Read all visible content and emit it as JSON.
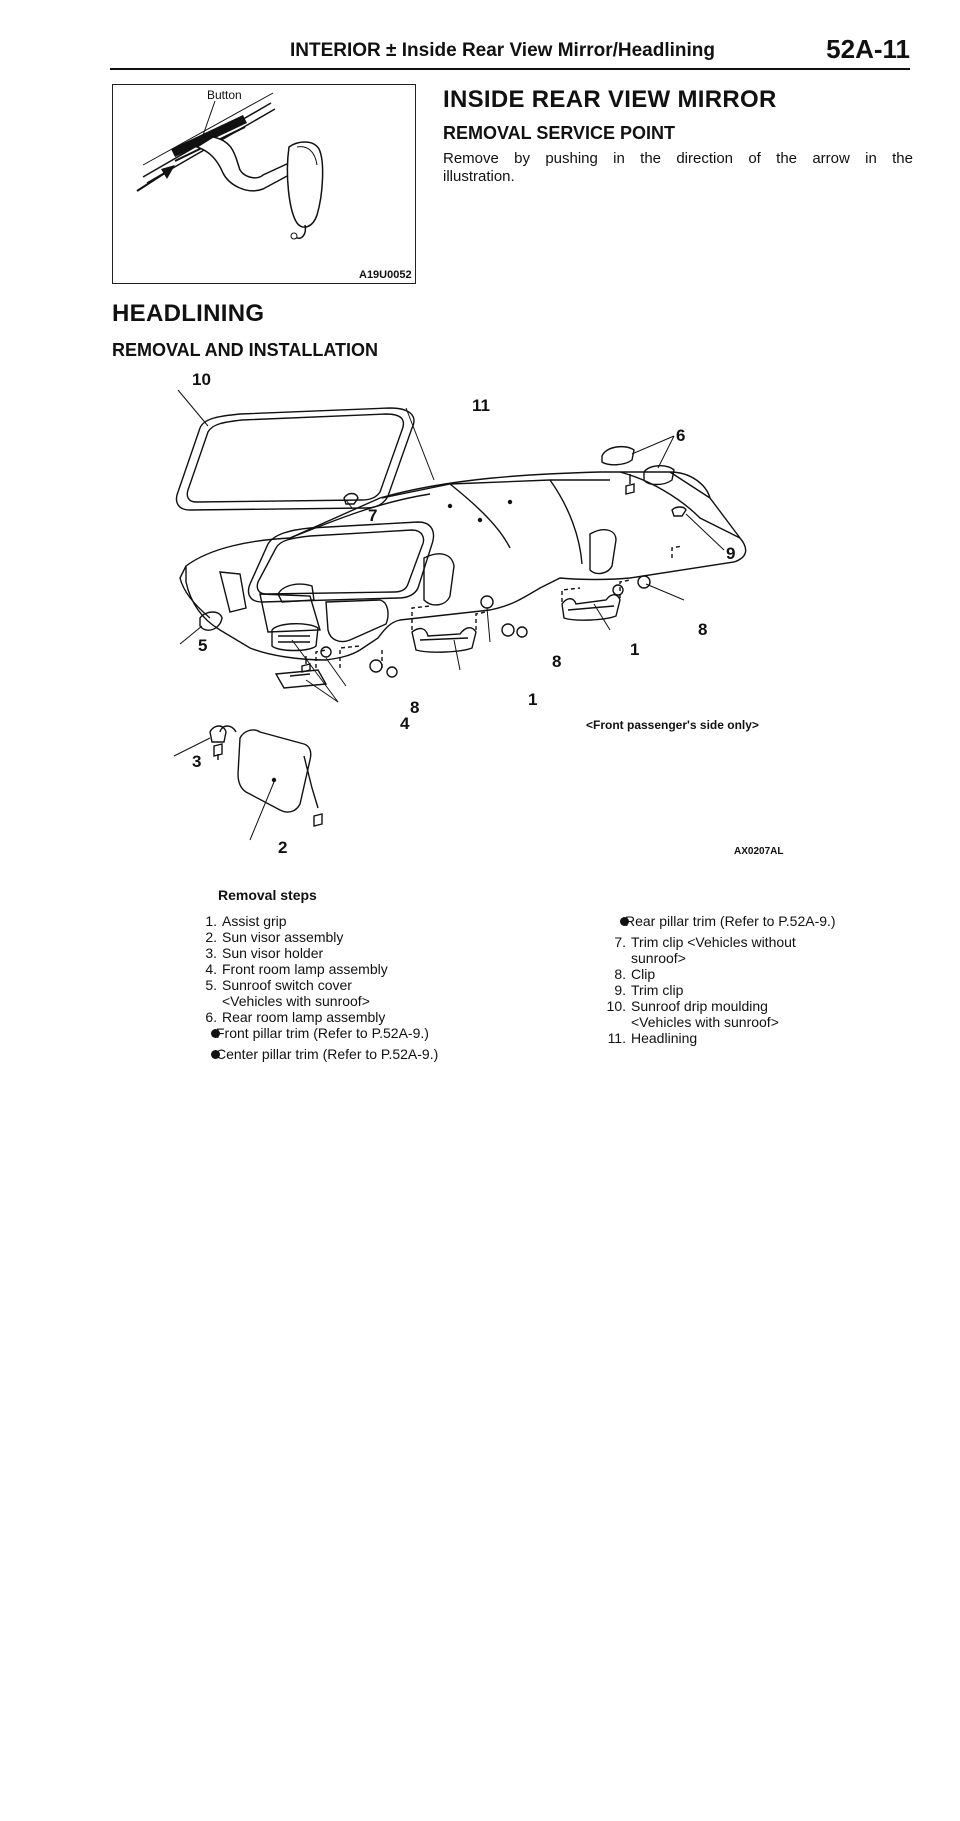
{
  "header": {
    "title": "INTERIOR ± Inside Rear View Mirror/Headlining",
    "code": "52A-11"
  },
  "mirror_figure": {
    "button_label": "Button",
    "figure_code": "A19U0052"
  },
  "mirror_section": {
    "title": "INSIDE REAR VIEW MIRROR",
    "subtitle": "REMOVAL SERVICE POINT",
    "body_line1": "Remove by pushing in the direction of the arrow in the",
    "body_line2": "illustration."
  },
  "headlining_section": {
    "title": "HEADLINING",
    "subtitle": "REMOVAL AND INSTALLATION"
  },
  "diagram": {
    "figure_code": "AX0207AL",
    "note": "<Front passenger's side only>",
    "callouts": [
      "10",
      "11",
      "6",
      "7",
      "9",
      "5",
      "8",
      "1",
      "8",
      "1",
      "8",
      "4",
      "3",
      "2"
    ]
  },
  "removal_steps": {
    "title": "Removal steps",
    "left": [
      {
        "num": "1.",
        "text": "Assist grip"
      },
      {
        "num": "2.",
        "text": "Sun visor assembly"
      },
      {
        "num": "3.",
        "text": "Sun visor holder"
      },
      {
        "num": "4.",
        "text": "Front room lamp assembly"
      },
      {
        "num": "5.",
        "text": "Sunroof switch cover"
      },
      {
        "num": "",
        "text": "<Vehicles with sunroof>"
      },
      {
        "num": "6.",
        "text": "Rear room lamp assembly"
      },
      {
        "num": "•",
        "text": "Front pillar trim (Refer to P.52A-9.)"
      },
      {
        "num": "•",
        "text": "Center pillar trim (Refer to P.52A-9.)"
      }
    ],
    "right": [
      {
        "num": "•",
        "text": "Rear pillar trim (Refer to P.52A-9.)"
      },
      {
        "num": "7.",
        "text": "Trim clip <Vehicles without"
      },
      {
        "num": "",
        "text": "sunroof>"
      },
      {
        "num": "8.",
        "text": "Clip"
      },
      {
        "num": "9.",
        "text": "Trim clip"
      },
      {
        "num": "10.",
        "text": "Sunroof drip moulding"
      },
      {
        "num": "",
        "text": "<Vehicles with sunroof>"
      },
      {
        "num": "11.",
        "text": "Headlining"
      }
    ]
  }
}
